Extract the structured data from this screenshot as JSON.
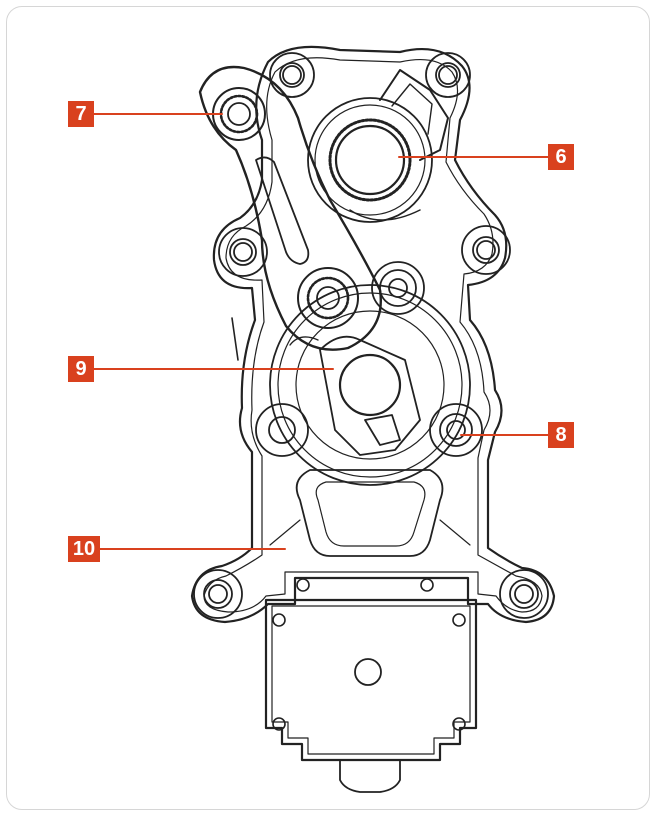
{
  "diagram": {
    "accent_color": "#d9411e",
    "line_color": "#222222",
    "callouts": [
      {
        "id": "callout-6",
        "label": "6"
      },
      {
        "id": "callout-7",
        "label": "7"
      },
      {
        "id": "callout-8",
        "label": "8"
      },
      {
        "id": "callout-9",
        "label": "9"
      },
      {
        "id": "callout-10",
        "label": "10"
      }
    ]
  }
}
